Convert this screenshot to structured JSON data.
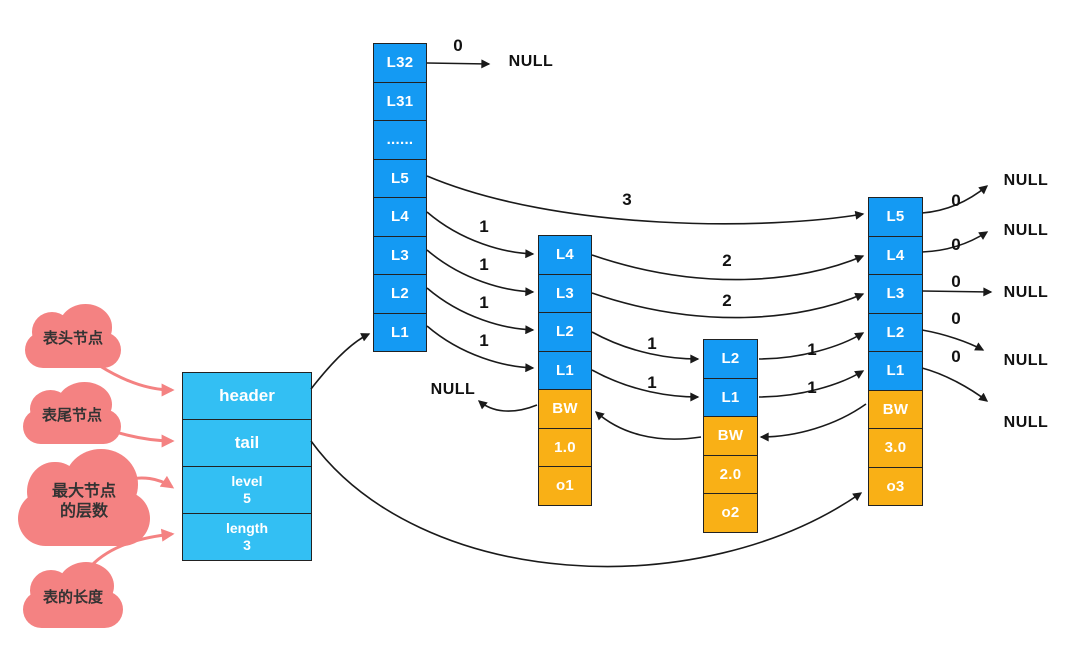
{
  "clouds": [
    {
      "line1": "表头节点",
      "line2": ""
    },
    {
      "line1": "表尾节点",
      "line2": ""
    },
    {
      "line1": "最大节点",
      "line2": "的层数"
    },
    {
      "line1": "表的长度",
      "line2": ""
    }
  ],
  "struct": {
    "header": "header",
    "tail": "tail",
    "level_label": "level",
    "level_value": "5",
    "length_label": "length",
    "length_value": "3"
  },
  "head_column": {
    "c0": "L32",
    "c1": "L31",
    "c2": "......",
    "c3": "L5",
    "c4": "L4",
    "c5": "L3",
    "c6": "L2",
    "c7": "L1"
  },
  "node1": {
    "l4": "L4",
    "l3": "L3",
    "l2": "L2",
    "l1": "L1",
    "bw": "BW",
    "score": "1.0",
    "obj": "o1"
  },
  "node2": {
    "l2": "L2",
    "l1": "L1",
    "bw": "BW",
    "score": "2.0",
    "obj": "o2"
  },
  "node3": {
    "l5": "L5",
    "l4": "L4",
    "l3": "L3",
    "l2": "L2",
    "l1": "L1",
    "bw": "BW",
    "score": "3.0",
    "obj": "o3"
  },
  "spans": {
    "head_l32": "0",
    "head_l5": "3",
    "head_l4": "1",
    "head_l3": "1",
    "head_l2": "1",
    "head_l1": "1",
    "n1_l4": "2",
    "n1_l3": "2",
    "n1_l2": "1",
    "n1_l1": "1",
    "n2_l2": "1",
    "n2_l1": "1",
    "n3_l5": "0",
    "n3_l4": "0",
    "n3_l3": "0",
    "n3_l2": "0",
    "n3_l1": "0"
  },
  "nulls": {
    "top": "NULL",
    "n1_bw": "NULL",
    "r1": "NULL",
    "r2": "NULL",
    "r3": "NULL",
    "r4": "NULL",
    "r5": "NULL"
  },
  "colors": {
    "node_blue": "#149AF3",
    "struct_blue": "#33BFF3",
    "orange": "#F9B016",
    "cloud_pink": "#F48282",
    "arrow": "#1A1A1A"
  }
}
